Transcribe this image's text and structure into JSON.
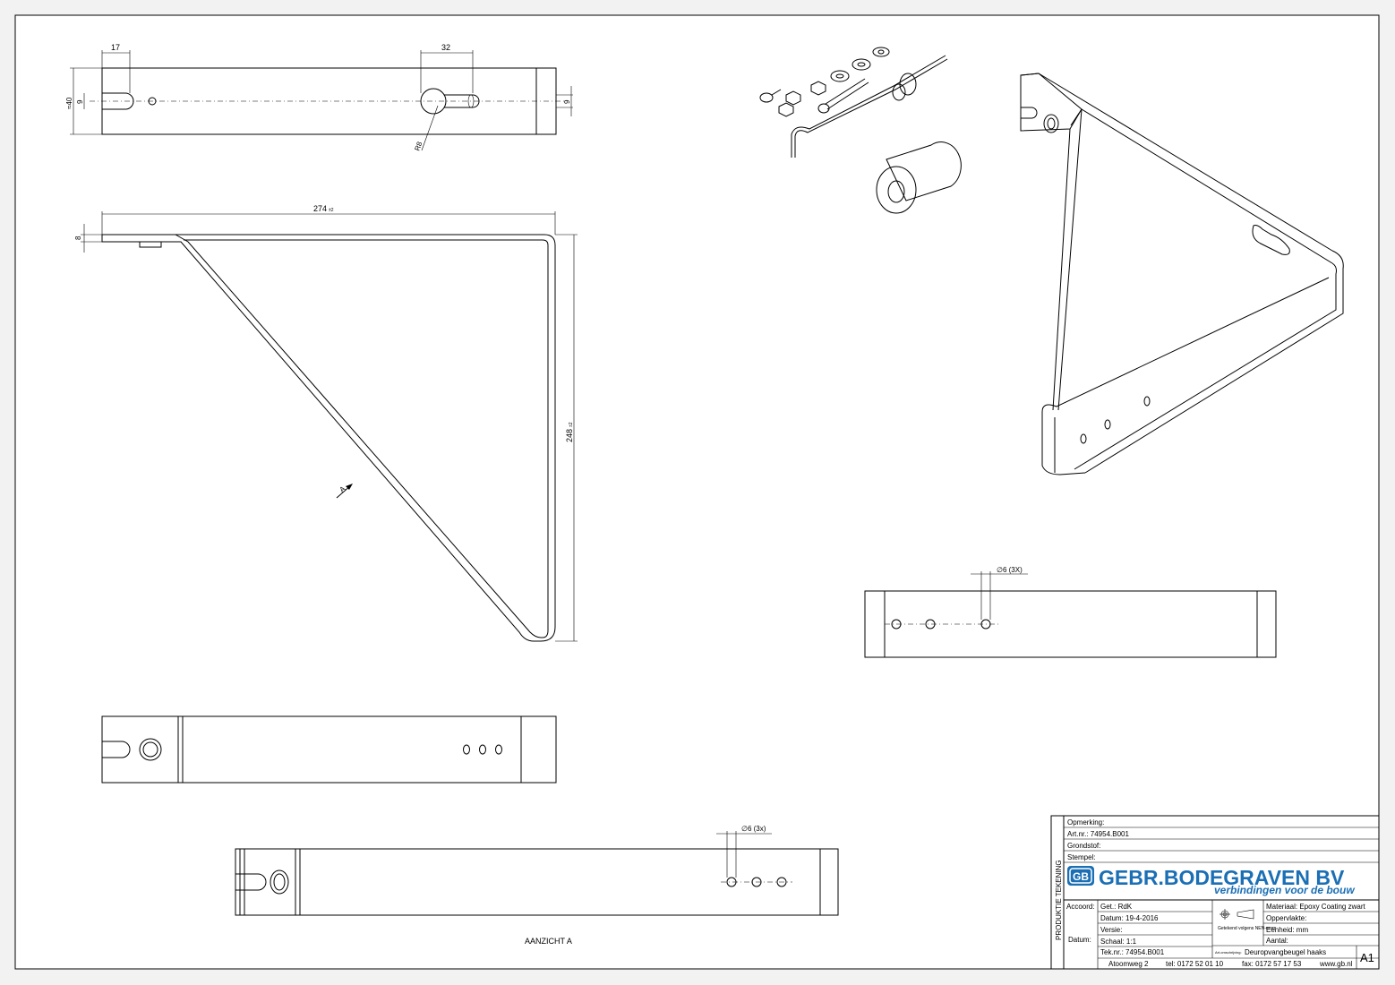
{
  "drawing": {
    "dimensions": {
      "top_view": {
        "d17": "17",
        "d32": "32",
        "d40": "≈40",
        "d9_left": "9",
        "d9_right": "9",
        "r8": "R8"
      },
      "side_view": {
        "length": "274",
        "length_tol": "±2",
        "thickness": "8",
        "height": "248",
        "height_tol": "±2"
      },
      "hole_view_right": {
        "holes": "∅6 (3X)"
      },
      "hole_view_bottom": {
        "holes": "∅6 (3x)"
      }
    },
    "view_arrow_label": "A",
    "view_caption": "AANZICHT A"
  },
  "title_block": {
    "side_label": "PRODUKTIE TEKENING",
    "opmerking": "Opmerking:",
    "artnr": "Art.nr.:  74954.B001",
    "grondstof": "Grondstof:",
    "stempel": "Stempel:",
    "company": "GEBR.BODEGRAVEN BV",
    "tagline": "verbindingen voor de bouw",
    "logo_letters": "GB",
    "accoord": "Accoord:",
    "datum_label": "Datum:",
    "get": "Get.: RdK",
    "datum": "Datum: 19-4-2016",
    "versie": "Versie:",
    "schaal": "Schaal: 1:1",
    "teknr": "Tek.nr.: 74954.B001",
    "norm": "Getekend volgens NEN-norm",
    "materiaal": "Materiaal: Epoxy Coating zwart",
    "oppervlakte": "Oppervlakte:",
    "eenheid": "Eenheid: mm",
    "aantal": "Aantal:",
    "omschrijving_small": "Art.omschrijving:",
    "omschrijving": "Deuropvangbeugel haaks",
    "address": "Atoomweg 2",
    "tel": "tel: 0172 52 01 10",
    "fax": "fax: 0172 57 17 53",
    "web": "www.gb.nl",
    "format": "A1",
    "brand_color": "#1a6fb5"
  }
}
